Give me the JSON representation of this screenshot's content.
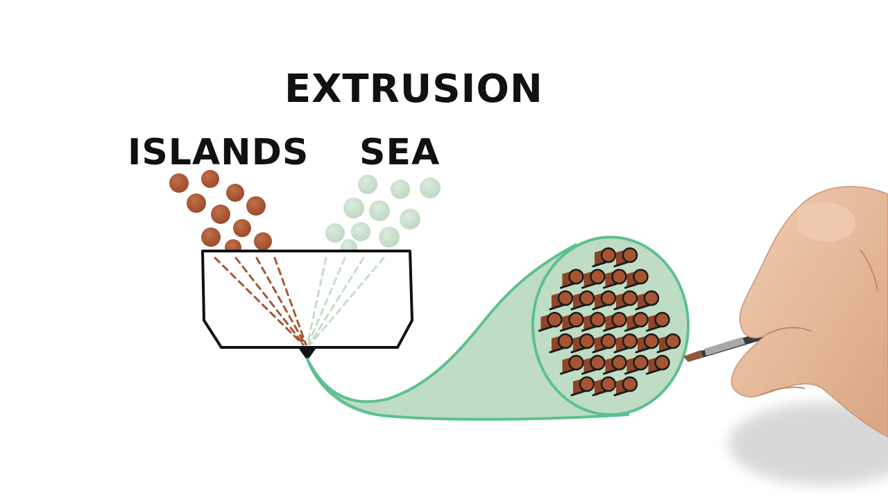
{
  "title": "EXTRUSION",
  "labels": {
    "islands": "ISLANDS",
    "sea": "SEA"
  },
  "colors": {
    "island": "#a55533",
    "island_outline": "#1a1a1a",
    "sea": "#c6ddca",
    "sea_outline": "#5cc08f",
    "sea_fill": "#bfdcc4",
    "ink": "#111111",
    "skin": "#e9c1a2"
  },
  "icons": {
    "hand": "hand-holding-pen-icon",
    "spinneret": "spinneret-icon",
    "fiber": "fiber-cross-section-icon"
  }
}
